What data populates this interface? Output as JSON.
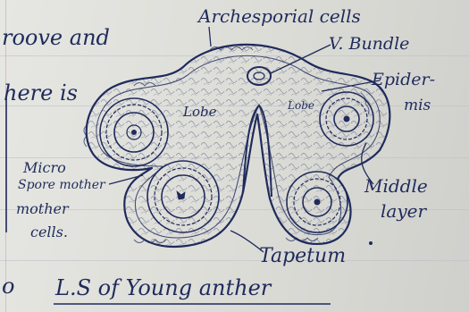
{
  "notes": {
    "line1": "roove and",
    "line2": "here is",
    "bottom_left": "o"
  },
  "labels": {
    "archesporial": "Archesporial cells",
    "v_bundle": "V. Bundle",
    "epidermis_1": "Epider-",
    "epidermis_2": "mis",
    "lobe_left": "Lobe",
    "lobe_right": "Lobe",
    "micro_1": "Micro",
    "micro_2": "Spore mother",
    "micro_3": "mother",
    "micro_4": "cells.",
    "middle_1": "Middle",
    "middle_2": "layer",
    "tapetum": "Tapetum"
  },
  "caption": "L.S of Young anther",
  "colors": {
    "ink": "#1f2b5c",
    "paper": "#e2e3de"
  }
}
